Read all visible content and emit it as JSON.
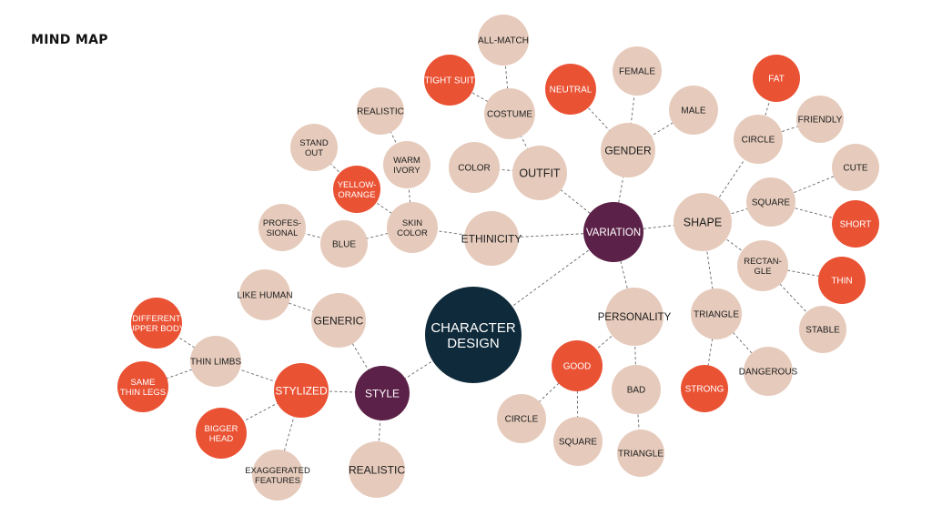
{
  "title": "MIND MAP",
  "colors": {
    "root": "#0f2a3a",
    "branch": "#5c2148",
    "accent": "#ea5234",
    "neutral": "#e6cbbc",
    "edge": "#666666",
    "text_dark": "#1c1c1c",
    "text_light": "#ffffff"
  },
  "nodes": [
    {
      "id": "character-design",
      "lines": [
        "CHARACTER",
        "DESIGN"
      ],
      "style": "root"
    },
    {
      "id": "variation",
      "lines": [
        "VARIATION"
      ],
      "style": "branch"
    },
    {
      "id": "style",
      "lines": [
        "STYLE"
      ],
      "style": "branch"
    },
    {
      "id": "ethinicity",
      "lines": [
        "ETHINICITY"
      ],
      "style": "neutral"
    },
    {
      "id": "skin-color",
      "lines": [
        "SKIN",
        "COLOR"
      ],
      "style": "neutral"
    },
    {
      "id": "blue",
      "lines": [
        "BLUE"
      ],
      "style": "neutral"
    },
    {
      "id": "profesional",
      "lines": [
        "PROFES-",
        "SIONAL"
      ],
      "style": "neutral"
    },
    {
      "id": "yellow-orange",
      "lines": [
        "YELLOW-",
        "ORANGE"
      ],
      "style": "accent"
    },
    {
      "id": "stand-out",
      "lines": [
        "STAND",
        "OUT"
      ],
      "style": "neutral"
    },
    {
      "id": "warm-ivory",
      "lines": [
        "WARM",
        "IVORY"
      ],
      "style": "neutral"
    },
    {
      "id": "realistic-skin",
      "lines": [
        "REALISTIC"
      ],
      "style": "neutral"
    },
    {
      "id": "outfit",
      "lines": [
        "OUTFIT"
      ],
      "style": "neutral"
    },
    {
      "id": "color",
      "lines": [
        "COLOR"
      ],
      "style": "neutral"
    },
    {
      "id": "costume",
      "lines": [
        "COSTUME"
      ],
      "style": "neutral"
    },
    {
      "id": "all-match",
      "lines": [
        "ALL-MATCH"
      ],
      "style": "neutral"
    },
    {
      "id": "tight-suit",
      "lines": [
        "TIGHT SUIT"
      ],
      "style": "accent"
    },
    {
      "id": "gender",
      "lines": [
        "GENDER"
      ],
      "style": "neutral"
    },
    {
      "id": "neutral",
      "lines": [
        "NEUTRAL"
      ],
      "style": "accent"
    },
    {
      "id": "female",
      "lines": [
        "FEMALE"
      ],
      "style": "neutral"
    },
    {
      "id": "male",
      "lines": [
        "MALE"
      ],
      "style": "neutral"
    },
    {
      "id": "shape",
      "lines": [
        "SHAPE"
      ],
      "style": "neutral"
    },
    {
      "id": "circle-shape",
      "lines": [
        "CIRCLE"
      ],
      "style": "neutral"
    },
    {
      "id": "fat",
      "lines": [
        "FAT"
      ],
      "style": "accent"
    },
    {
      "id": "friendly",
      "lines": [
        "FRIENDLY"
      ],
      "style": "neutral"
    },
    {
      "id": "square-shape",
      "lines": [
        "SQUARE"
      ],
      "style": "neutral"
    },
    {
      "id": "cute",
      "lines": [
        "CUTE"
      ],
      "style": "neutral"
    },
    {
      "id": "short",
      "lines": [
        "SHORT"
      ],
      "style": "accent"
    },
    {
      "id": "rectangle",
      "lines": [
        "RECTAN-",
        "GLE"
      ],
      "style": "neutral"
    },
    {
      "id": "thin",
      "lines": [
        "THIN"
      ],
      "style": "accent"
    },
    {
      "id": "stable",
      "lines": [
        "STABLE"
      ],
      "style": "neutral"
    },
    {
      "id": "triangle-shape",
      "lines": [
        "TRIANGLE"
      ],
      "style": "neutral"
    },
    {
      "id": "strong",
      "lines": [
        "STRONG"
      ],
      "style": "accent"
    },
    {
      "id": "dangerous",
      "lines": [
        "DANGEROUS"
      ],
      "style": "neutral"
    },
    {
      "id": "personality",
      "lines": [
        "PERSONALITY"
      ],
      "style": "neutral"
    },
    {
      "id": "good",
      "lines": [
        "GOOD"
      ],
      "style": "accent"
    },
    {
      "id": "circle-good",
      "lines": [
        "CIRCLE"
      ],
      "style": "neutral"
    },
    {
      "id": "square-good",
      "lines": [
        "SQUARE"
      ],
      "style": "neutral"
    },
    {
      "id": "bad",
      "lines": [
        "BAD"
      ],
      "style": "neutral"
    },
    {
      "id": "triangle-bad",
      "lines": [
        "TRIANGLE"
      ],
      "style": "neutral"
    },
    {
      "id": "generic",
      "lines": [
        "GENERIC"
      ],
      "style": "neutral"
    },
    {
      "id": "like-human",
      "lines": [
        "LIKE HUMAN"
      ],
      "style": "neutral"
    },
    {
      "id": "stylized",
      "lines": [
        "STYLIZED"
      ],
      "style": "accent"
    },
    {
      "id": "thin-limbs",
      "lines": [
        "THIN LIMBS"
      ],
      "style": "neutral"
    },
    {
      "id": "different-upper-body",
      "lines": [
        "DIFFERENT",
        "UPPER BODY"
      ],
      "style": "accent"
    },
    {
      "id": "same-thin-legs",
      "lines": [
        "SAME",
        "THIN LEGS"
      ],
      "style": "accent"
    },
    {
      "id": "bigger-head",
      "lines": [
        "BIGGER",
        "HEAD"
      ],
      "style": "accent"
    },
    {
      "id": "exaggerated-features",
      "lines": [
        "EXAGGERATED",
        "FEATURES"
      ],
      "style": "neutral"
    },
    {
      "id": "realistic-style",
      "lines": [
        "REALISTIC"
      ],
      "style": "neutral"
    }
  ],
  "edges": [
    [
      "character-design",
      "variation"
    ],
    [
      "character-design",
      "style"
    ],
    [
      "variation",
      "ethinicity"
    ],
    [
      "variation",
      "outfit"
    ],
    [
      "variation",
      "gender"
    ],
    [
      "variation",
      "shape"
    ],
    [
      "variation",
      "personality"
    ],
    [
      "ethinicity",
      "skin-color"
    ],
    [
      "skin-color",
      "blue"
    ],
    [
      "skin-color",
      "yellow-orange"
    ],
    [
      "skin-color",
      "warm-ivory"
    ],
    [
      "blue",
      "profesional"
    ],
    [
      "yellow-orange",
      "stand-out"
    ],
    [
      "warm-ivory",
      "realistic-skin"
    ],
    [
      "outfit",
      "color"
    ],
    [
      "outfit",
      "costume"
    ],
    [
      "costume",
      "all-match"
    ],
    [
      "costume",
      "tight-suit"
    ],
    [
      "gender",
      "neutral"
    ],
    [
      "gender",
      "female"
    ],
    [
      "gender",
      "male"
    ],
    [
      "shape",
      "circle-shape"
    ],
    [
      "shape",
      "square-shape"
    ],
    [
      "shape",
      "rectangle"
    ],
    [
      "shape",
      "triangle-shape"
    ],
    [
      "circle-shape",
      "fat"
    ],
    [
      "circle-shape",
      "friendly"
    ],
    [
      "square-shape",
      "cute"
    ],
    [
      "square-shape",
      "short"
    ],
    [
      "rectangle",
      "thin"
    ],
    [
      "rectangle",
      "stable"
    ],
    [
      "triangle-shape",
      "strong"
    ],
    [
      "triangle-shape",
      "dangerous"
    ],
    [
      "personality",
      "good"
    ],
    [
      "personality",
      "bad"
    ],
    [
      "good",
      "circle-good"
    ],
    [
      "good",
      "square-good"
    ],
    [
      "bad",
      "triangle-bad"
    ],
    [
      "style",
      "generic"
    ],
    [
      "style",
      "stylized"
    ],
    [
      "style",
      "realistic-style"
    ],
    [
      "generic",
      "like-human"
    ],
    [
      "stylized",
      "thin-limbs"
    ],
    [
      "stylized",
      "bigger-head"
    ],
    [
      "stylized",
      "exaggerated-features"
    ],
    [
      "thin-limbs",
      "different-upper-body"
    ],
    [
      "thin-limbs",
      "same-thin-legs"
    ]
  ]
}
